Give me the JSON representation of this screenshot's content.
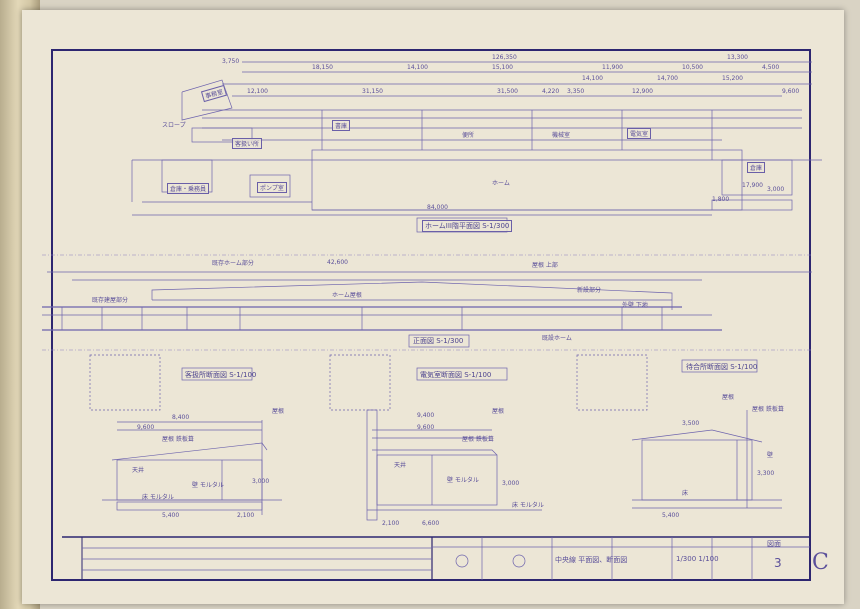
{
  "colors": {
    "paper": "#ece6d6",
    "ink": "#5a4f9a",
    "frame": "#2d2670"
  },
  "plan": {
    "title": "ホームIII階平面図 S-1/300",
    "dims_top": [
      "126,350",
      "15,100",
      "18,150",
      "14,100",
      "11,900",
      "10,500",
      "13,300",
      "14,100",
      "14,700",
      "15,200",
      "4,500",
      "3,750"
    ],
    "dims_row": [
      "12,100",
      "31,150",
      "31,500",
      "12,900",
      "4,220",
      "3,350",
      "9,600"
    ],
    "dim_bottom": "84,000",
    "rooms": [
      "事務室",
      "倉庫・乗務員",
      "ポンプ室",
      "客扱い所",
      "書庫",
      "電気室",
      "倉庫"
    ],
    "labels": [
      "スロープ",
      "ホーム",
      "便所",
      "機械室"
    ],
    "right_dims": [
      "17,900",
      "3,000",
      "1,800"
    ]
  },
  "elevation": {
    "title": "正面図 S-1/300",
    "labels": [
      "既存建屋部分",
      "既存ホーム部分",
      "ホーム屋根",
      "屋根 上部",
      "新設部分",
      "外壁 下地",
      "既設ホーム"
    ],
    "dim": "42,600"
  },
  "sections": [
    {
      "title": "客扱所断面図 S-1/100",
      "dims": [
        "8,400",
        "9,600",
        "3,000",
        "5,400",
        "2,100"
      ],
      "labels": [
        "屋根",
        "屋根 鉄板葺",
        "天井",
        "壁 モルタル",
        "床 モルタル"
      ]
    },
    {
      "title": "電気室断面図 S-1/100",
      "dims": [
        "9,400",
        "9,600",
        "3,000",
        "6,600",
        "2,100"
      ],
      "labels": [
        "屋根",
        "屋根 鉄板葺",
        "天井",
        "壁 モルタル",
        "床 モルタル"
      ]
    },
    {
      "title": "待合所断面図 S-1/100",
      "dims": [
        "3,500",
        "5,400",
        "3,300"
      ],
      "labels": [
        "屋根",
        "屋根 鉄板葺",
        "壁",
        "床"
      ]
    }
  ],
  "title_block": {
    "drawing_title": "中央線 平面図、断面図",
    "scale": "1/300 1/100",
    "sheet_label": "図面",
    "sheet_no": "3",
    "letter": "C"
  }
}
